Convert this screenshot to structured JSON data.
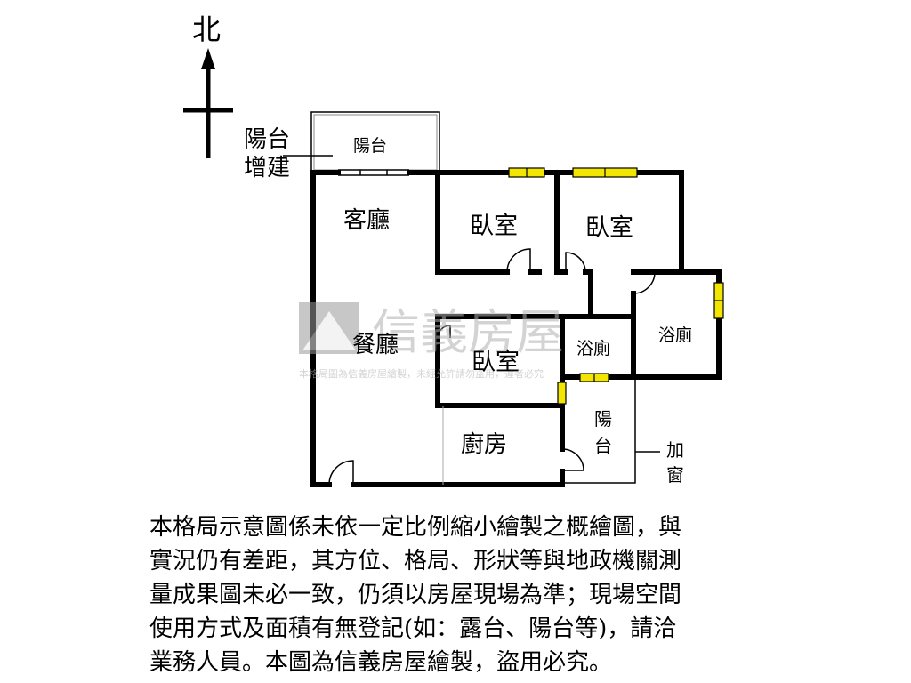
{
  "compass": {
    "north": "北"
  },
  "labels": {
    "balcony_addition": "陽台\n增建",
    "balcony_top": "陽台",
    "living_room": "客廳",
    "bedroom_1": "臥室",
    "bedroom_2": "臥室",
    "dining_room": "餐廳",
    "bedroom_3": "臥室",
    "bathroom_1": "浴廁",
    "bathroom_2": "浴廁",
    "kitchen": "廚房",
    "balcony_side": "陽\n台",
    "added_window": "加\n窗"
  },
  "watermark": {
    "brand": "信義房屋",
    "notice": "本格局圖為信義房屋繪製，未經允許請勿盜用，違者必究"
  },
  "disclaimer": "本格局示意圖係未依一定比例縮小繪製之概繪圖，與\n實況仍有差距，其方位、格局、形狀等與地政機關測\n量成果圖未必一致，仍須以房屋現場為準；現場空間\n使用方式及面積有無登記(如：露台、陽台等)，請洽\n業務人員。本圖為信義房屋繪製，盜用必究。",
  "colors": {
    "wall": "#000000",
    "window": "#f2e600",
    "watermark": "#c8c8c8"
  }
}
